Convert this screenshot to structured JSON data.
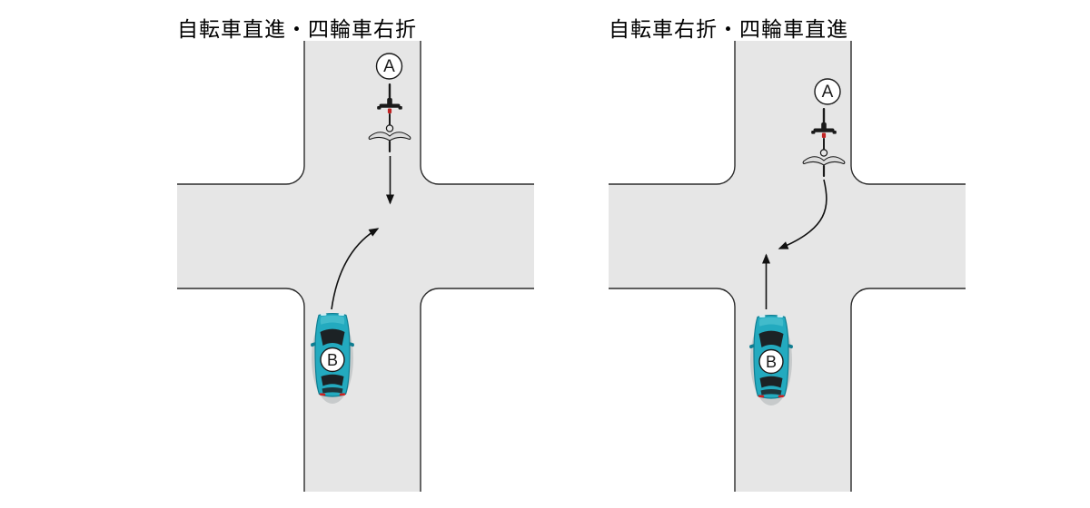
{
  "colors": {
    "background": "#FFFFFF",
    "road_fill": "#E6E6E6",
    "road_stroke": "#2B2B2B",
    "arrow": "#111111",
    "car_body": "#23AABF",
    "car_body_edge": "#0F7D91",
    "car_hood_highlight": "#5BC8D6",
    "car_window": "#1C2225",
    "car_taillight": "#CC2020",
    "car_headlight": "#D5EEF3",
    "car_shadow": "rgba(40,55,60,0.16)",
    "bike_dark": "#1A1A1A",
    "bike_red": "#C02424",
    "bike_wing_fill": "#DCDCDC",
    "bike_head_fill": "#E8E8E8",
    "label_fill": "#FFFFFF",
    "label_stroke": "#1A1A1A",
    "label_text": "#1A1A1A"
  },
  "diagrams": [
    {
      "title": "自転車直進・四輪車右折",
      "bicycle_label": "A",
      "car_label": "B"
    },
    {
      "title": "自転車右折・四輪車直進",
      "bicycle_label": "A",
      "car_label": "B"
    }
  ]
}
